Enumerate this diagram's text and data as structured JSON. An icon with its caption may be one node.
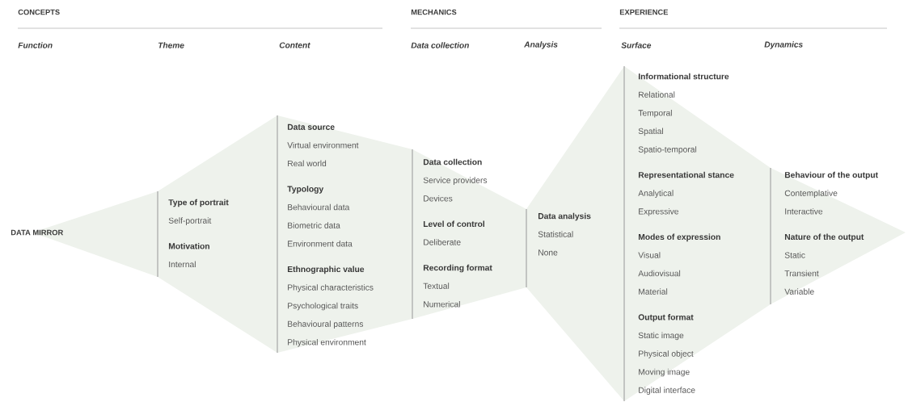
{
  "diagram": {
    "nodes": [
      {
        "text": [
          "DATA MIRROR"
        ]
      },
      {
        "text": [
          "Type of portrait",
          "Self-portrait",
          "Motivation",
          "Internal"
        ]
      },
      {
        "text": [
          "Data source",
          "Virtual environment",
          "Real world",
          "Typology",
          "Behavioural data",
          "Biometric data",
          "Environment data",
          "Ethnographic value",
          "Physical characteristics",
          "Psychological traits",
          "Behavioural patterns",
          "Physical environment"
        ]
      },
      {
        "text": [
          "Data collection",
          "Service providers",
          "Devices",
          "Level of control",
          "Deliberate",
          "Recording format",
          "Textual",
          "Numerical"
        ]
      },
      {
        "text": [
          "Data analysis",
          "Statistical",
          "None"
        ]
      },
      {
        "text": [
          "Informational structure",
          "Relational",
          "Temporal",
          "Spatial",
          "Spatio-temporal",
          "Representational stance",
          "Analytical",
          "Expressive",
          "Modes of expression",
          "Visual",
          "Audiovisual",
          "Material",
          "Output format",
          "Static image",
          "Physical object",
          "Moving image",
          "Digital interface"
        ]
      },
      {
        "text": [
          "Behaviour of the output",
          "Contemplative",
          "Interactive",
          "Nature of the output",
          "Static",
          "Transient",
          "Variable"
        ]
      }
    ],
    "labels": [
      "CONCEPTS",
      "MECHANICS",
      "EXPERIENCE",
      "Function",
      "Theme",
      "Content",
      "Data collection",
      "Analysis",
      "Surface",
      "Dynamics"
    ]
  }
}
